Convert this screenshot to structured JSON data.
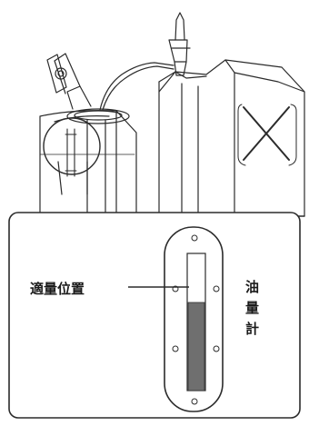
{
  "callout": {
    "left_label": "適量位置",
    "right_label_lines": [
      "油",
      "量",
      "計"
    ]
  },
  "gauge": {
    "fill_fraction": 0.64
  }
}
